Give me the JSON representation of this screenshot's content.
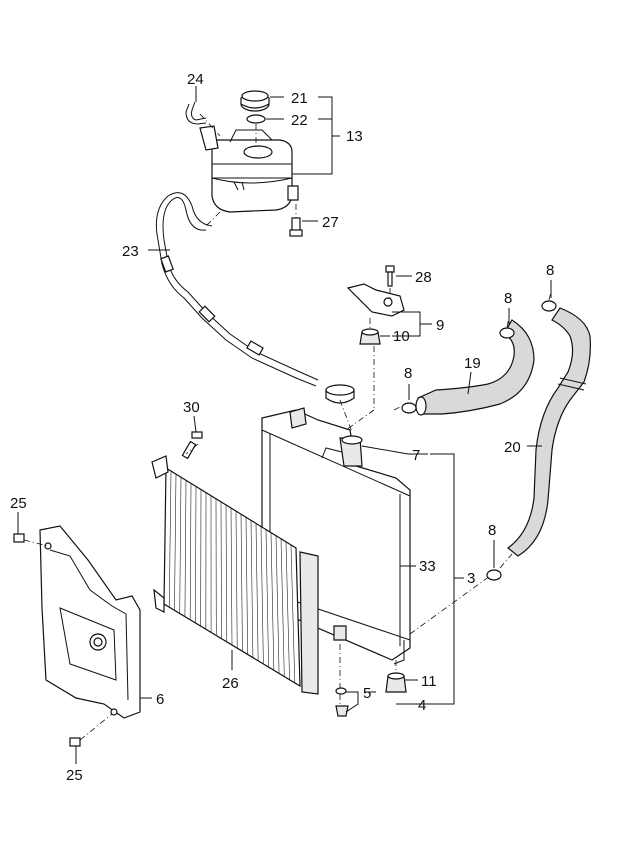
{
  "callouts": [
    {
      "id": "c24",
      "text": "24"
    },
    {
      "id": "c21",
      "text": "21"
    },
    {
      "id": "c22",
      "text": "22"
    },
    {
      "id": "c13",
      "text": "13"
    },
    {
      "id": "c27",
      "text": "27"
    },
    {
      "id": "c23",
      "text": "23"
    },
    {
      "id": "c28",
      "text": "28"
    },
    {
      "id": "c8a",
      "text": "8"
    },
    {
      "id": "c8b",
      "text": "8"
    },
    {
      "id": "c9",
      "text": "9"
    },
    {
      "id": "c10",
      "text": "10"
    },
    {
      "id": "c19",
      "text": "19"
    },
    {
      "id": "c8c",
      "text": "8"
    },
    {
      "id": "c30",
      "text": "30"
    },
    {
      "id": "c20",
      "text": "20"
    },
    {
      "id": "c7",
      "text": "7"
    },
    {
      "id": "c25a",
      "text": "25"
    },
    {
      "id": "c8d",
      "text": "8"
    },
    {
      "id": "c33",
      "text": "33"
    },
    {
      "id": "c3",
      "text": "3"
    },
    {
      "id": "c11",
      "text": "11"
    },
    {
      "id": "c26",
      "text": "26"
    },
    {
      "id": "c6",
      "text": "6"
    },
    {
      "id": "c5",
      "text": "5"
    },
    {
      "id": "c4",
      "text": "4"
    },
    {
      "id": "c25b",
      "text": "25"
    }
  ]
}
